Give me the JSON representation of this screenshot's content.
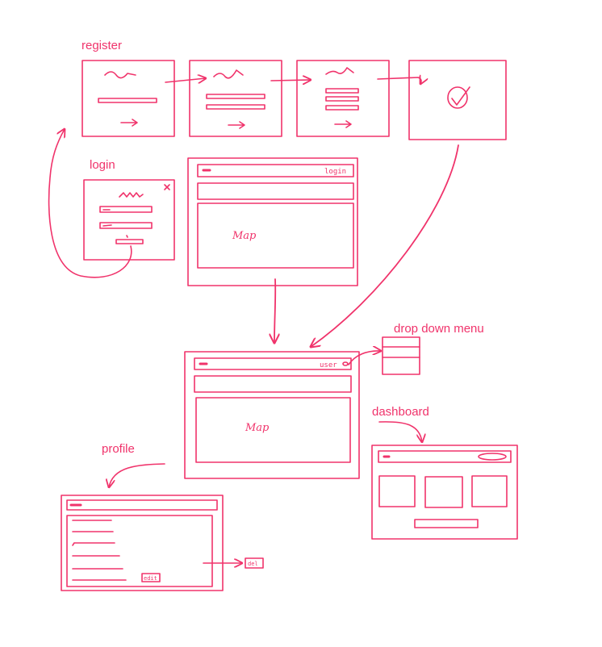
{
  "ink_color": "#f0336b",
  "background": "#ffffff",
  "labels": {
    "register": "register",
    "login": "login",
    "drop_down_menu": "drop down menu",
    "dashboard": "dashboard",
    "profile": "profile"
  },
  "sketch_text": {
    "login_link": "login",
    "map_landing": "Map",
    "map_main": "Map",
    "user_menu": "user",
    "edit_button": "edit",
    "delete_button": "del"
  },
  "icons": {
    "register_done": "checkmark-circle-icon",
    "login_close": "close-icon"
  }
}
